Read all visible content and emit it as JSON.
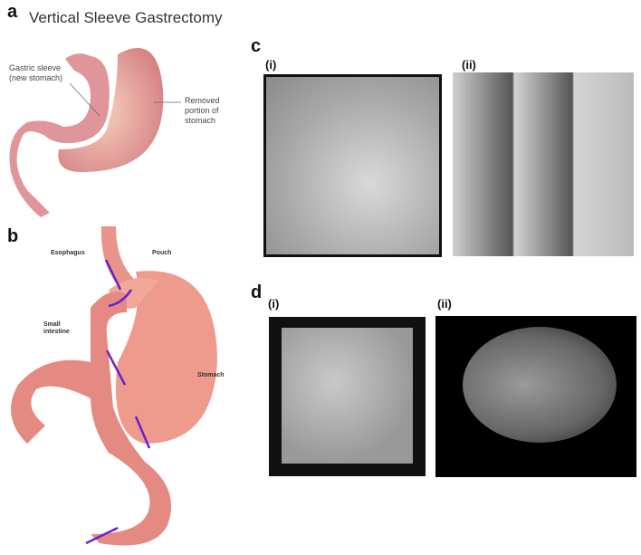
{
  "panel_a": {
    "label": "a",
    "title": "Vertical Sleeve Gastrectomy",
    "annotations": [
      "Gastric sleeve",
      "(new stomach)",
      "Removed",
      "portion of",
      "stomach"
    ]
  },
  "panel_b": {
    "label": "b",
    "annotations": [
      "Esophagus",
      "Pouch",
      "Small",
      "intestine",
      "Stomach"
    ]
  },
  "panel_c": {
    "label": "c",
    "sub_i": "(i)",
    "sub_ii": "(ii)"
  },
  "panel_d": {
    "label": "d",
    "sub_i": "(i)",
    "sub_ii": "(ii)"
  },
  "colors": {
    "tissue": "#e8948a",
    "tissue_light": "#f6c9b8",
    "arrow": "#6a1fd0"
  }
}
